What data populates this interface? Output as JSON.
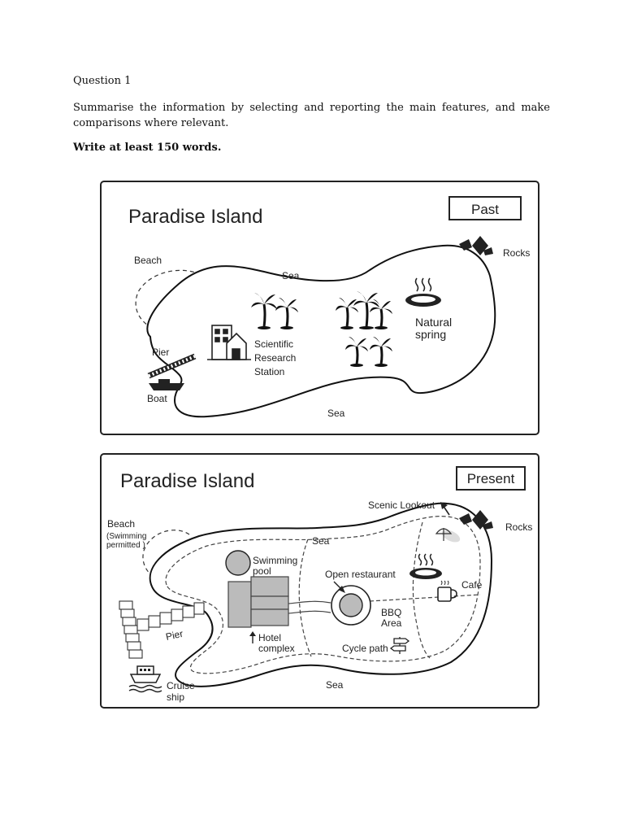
{
  "question": {
    "title": "Question 1",
    "instruction": "Summarise the information by selecting and reporting the main features, and make comparisons where relevant.",
    "word_requirement": "Write at least 150 words."
  },
  "maps": {
    "past": {
      "title": "Paradise Island",
      "tag": "Past",
      "labels": {
        "beach": "Beach",
        "sea_top": "Sea",
        "sea_bottom": "Sea",
        "rocks": "Rocks",
        "pier": "Pier",
        "boat": "Boat",
        "station_1": "Scientific",
        "station_2": "Research",
        "station_3": "Station",
        "spring_1": "Natural",
        "spring_2": "spring"
      }
    },
    "present": {
      "title": "Paradise Island",
      "tag": "Present",
      "labels": {
        "beach": "Beach",
        "beach_note_1": "(Swimming",
        "beach_note_2": "permitted )",
        "sea_top": "Sea",
        "sea_bottom": "Sea",
        "rocks": "Rocks",
        "scenic_lookout": "Scenic Lookout",
        "pool_1": "Swimming",
        "pool_2": "pool",
        "open_restaurant": "Open restaurant",
        "cafe": "Cafe",
        "bbq_1": "BBQ",
        "bbq_2": "Area",
        "hotel_1": "Hotel",
        "hotel_2": "complex",
        "cycle_path": "Cycle path",
        "pier": "Pier",
        "cruise_1": "Cruise",
        "cruise_2": "ship"
      }
    }
  }
}
